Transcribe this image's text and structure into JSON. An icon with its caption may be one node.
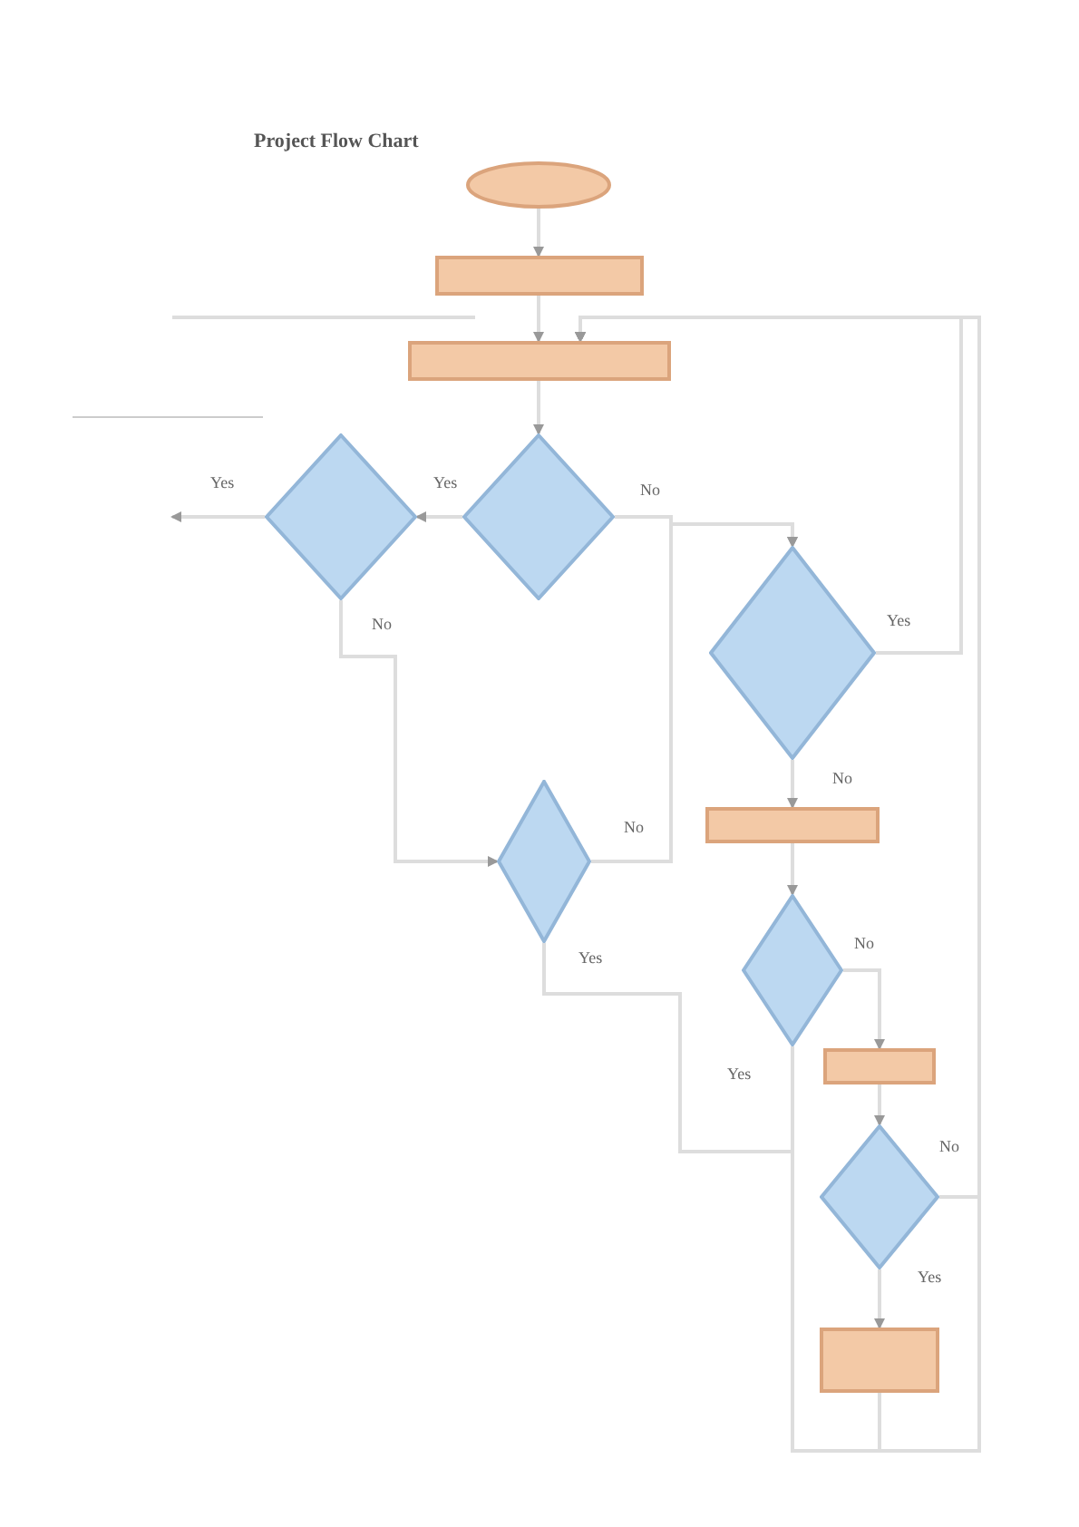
{
  "diagram": {
    "title": "Project Flow Chart",
    "nodes": [
      {
        "text": [],
        "shape": "oval"
      },
      {
        "text": [],
        "shape": "box"
      },
      {
        "text": [],
        "shape": "box"
      },
      {
        "text": [],
        "shape": "diamond"
      },
      {
        "text": [],
        "shape": "diamond"
      },
      {
        "text": [],
        "shape": "diamond"
      },
      {
        "text": [],
        "shape": "diamond"
      },
      {
        "text": [],
        "shape": "box"
      },
      {
        "text": [],
        "shape": "diamond"
      },
      {
        "text": [],
        "shape": "box"
      },
      {
        "text": [],
        "shape": "diamond"
      },
      {
        "text": [],
        "shape": "box"
      }
    ],
    "edges": [
      {
        "from": 0,
        "to": 1,
        "arrow": "to"
      },
      {
        "from": 1,
        "to": 2,
        "arrow": "to"
      },
      {
        "from": 2,
        "to": 4,
        "arrow": "to"
      },
      {
        "from": 4,
        "to": 3,
        "arrow": "to",
        "label": "Yes"
      },
      {
        "from": 3,
        "to": null,
        "arrow": "to",
        "label": "Yes"
      },
      {
        "from": 3,
        "to": 6,
        "arrow": "to",
        "label": "No"
      },
      {
        "from": 4,
        "to": 5,
        "arrow": "to",
        "label": "No"
      },
      {
        "from": 6,
        "to": 5,
        "arrow": "to",
        "label": "No"
      },
      {
        "from": 5,
        "to": 2,
        "arrow": "to",
        "label": "Yes"
      },
      {
        "from": 5,
        "to": 7,
        "arrow": "to",
        "label": "No"
      },
      {
        "from": 7,
        "to": 8,
        "arrow": "to"
      },
      {
        "from": 8,
        "to": 9,
        "arrow": "to",
        "label": "No"
      },
      {
        "from": 8,
        "to": 2,
        "arrow": "to",
        "label": "Yes"
      },
      {
        "from": 6,
        "to": 2,
        "arrow": "to",
        "label": "Yes"
      },
      {
        "from": 9,
        "to": 10,
        "arrow": "to"
      },
      {
        "from": 10,
        "to": 11,
        "arrow": "to",
        "label": "Yes"
      },
      {
        "from": 10,
        "to": 2,
        "arrow": "to",
        "label": "No"
      },
      {
        "from": 11,
        "to": 2,
        "arrow": "to"
      }
    ]
  }
}
